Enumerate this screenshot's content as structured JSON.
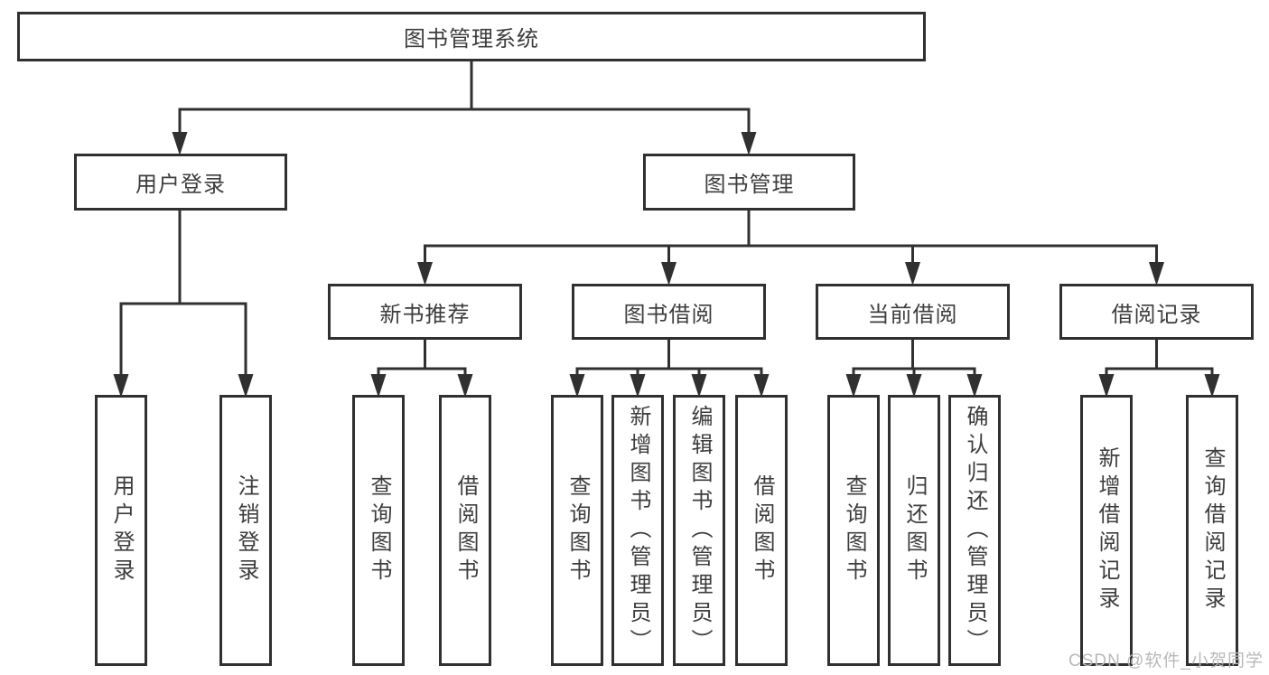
{
  "colors": {
    "line": "#303030",
    "text": "#3d3d3d",
    "watermark": "#b9b9b9",
    "background": "#ffffff"
  },
  "tree": {
    "label": "图书管理系统",
    "children": [
      {
        "label": "用户登录",
        "children": [
          {
            "label": "用户登录"
          },
          {
            "label": "注销登录"
          }
        ]
      },
      {
        "label": "图书管理",
        "children": [
          {
            "label": "新书推荐",
            "children": [
              {
                "label": "查询图书"
              },
              {
                "label": "借阅图书"
              }
            ]
          },
          {
            "label": "图书借阅",
            "children": [
              {
                "label": "查询图书"
              },
              {
                "label": "新增图书（管理员）"
              },
              {
                "label": "编辑图书（管理员）"
              },
              {
                "label": "借阅图书"
              }
            ]
          },
          {
            "label": "当前借阅",
            "children": [
              {
                "label": "查询图书"
              },
              {
                "label": "归还图书"
              },
              {
                "label": "确认归还（管理员）"
              }
            ]
          },
          {
            "label": "借阅记录",
            "children": [
              {
                "label": "新增借阅记录"
              },
              {
                "label": "查询借阅记录"
              }
            ]
          }
        ]
      }
    ]
  },
  "watermark": {
    "text": "CSDN @软件_小贺同学"
  }
}
